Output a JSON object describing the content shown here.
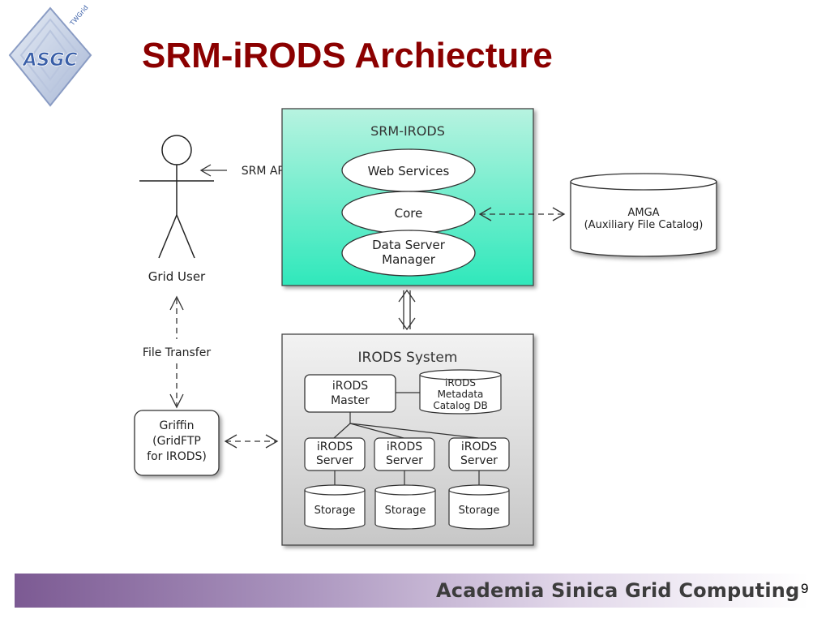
{
  "slide": {
    "title": "SRM-iRODS Archiecture",
    "page_number": "9"
  },
  "logo": {
    "text": "ASGC",
    "subtext": "TWGrid"
  },
  "footer": {
    "text": "Academia Sinica Grid Computing"
  },
  "diagram": {
    "actor_label": "Grid User",
    "srm_apis_label": "SRM APIs",
    "file_transfer_label": "File Transfer",
    "srm_irods": {
      "title": "SRM-IRODS",
      "web_services": "Web Services",
      "core": "Core",
      "data_server_manager_line1": "Data Server",
      "data_server_manager_line2": "Manager"
    },
    "amga": {
      "line1": "AMGA",
      "line2": "(Auxiliary File Catalog)"
    },
    "griffin": {
      "line1": "Griffin",
      "line2": "(GridFTP",
      "line3": "for IRODS)"
    },
    "irods_system": {
      "title": "IRODS System",
      "master_line1": "iRODS",
      "master_line2": "Master",
      "catalog_line1": "iRODS",
      "catalog_line2": "Metadata",
      "catalog_line3": "Catalog DB",
      "servers": [
        {
          "line1": "iRODS",
          "line2": "Server"
        },
        {
          "line1": "iRODS",
          "line2": "Server"
        },
        {
          "line1": "iRODS",
          "line2": "Server"
        }
      ],
      "storages": [
        "Storage",
        "Storage",
        "Storage"
      ]
    }
  },
  "colors": {
    "title": "#8b0000",
    "srm_box_top": "#b7f3e0",
    "srm_box_bottom": "#2fe8bb",
    "irods_box_top": "#f2f2f2",
    "irods_box_bottom": "#c9c9c9"
  }
}
